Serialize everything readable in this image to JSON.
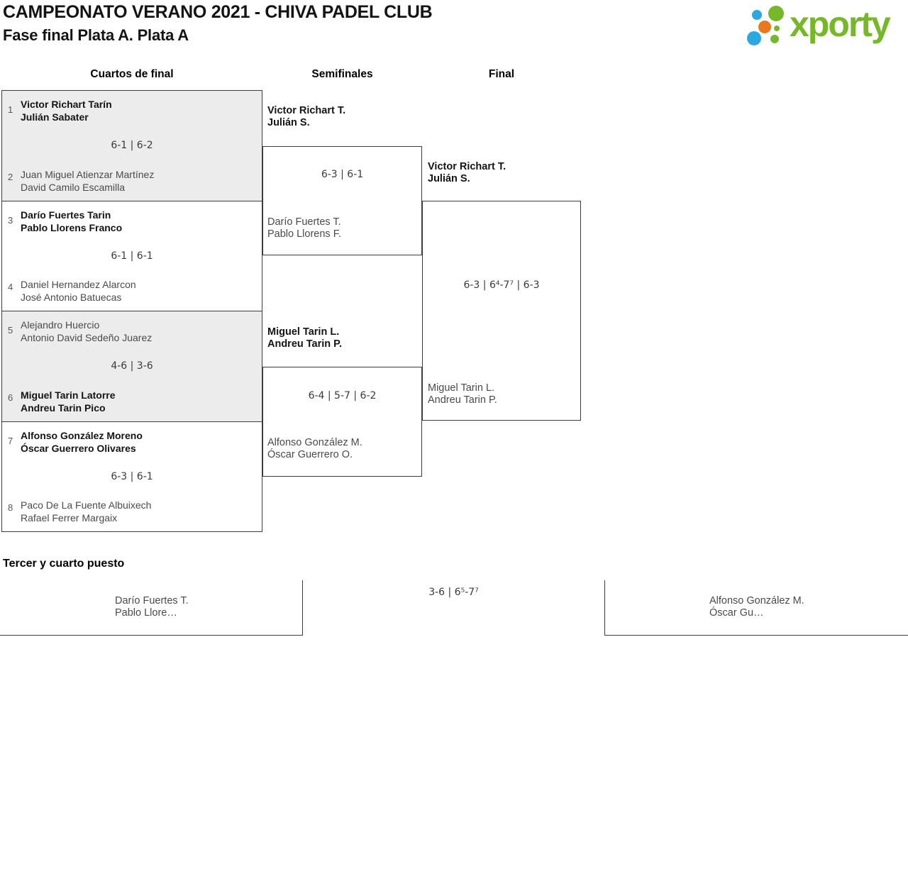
{
  "header": {
    "title_line1": "CAMPEONATO VERANO 2021 - CHIVA PADEL CLUB",
    "title_line2": "Fase final Plata A. Plata A"
  },
  "logo": {
    "text": "xporty",
    "green": "#76b82a",
    "blue": "#29a9e0",
    "orange": "#e8791e"
  },
  "colors": {
    "border": "#3d3d3d",
    "match_alt_bg": "#ececec",
    "winner_text": "#141414",
    "loser_text": "#4a4a4a"
  },
  "round_headers": {
    "quarterfinals": "Cuartos de final",
    "semifinals": "Semifinales",
    "final": "Final"
  },
  "qf": [
    {
      "seed_top": "1",
      "top": [
        "Victor Richart Tarín",
        "Julián Sabater"
      ],
      "score": "6-1 | 6-2",
      "seed_bottom": "2",
      "bottom": [
        "Juan Miguel Atienzar Martínez",
        "David Camilo Escamilla"
      ]
    },
    {
      "seed_top": "3",
      "top": [
        "Darío Fuertes Tarin",
        "Pablo Llorens Franco"
      ],
      "score": "6-1 | 6-1",
      "seed_bottom": "4",
      "bottom": [
        "Daniel Hernandez Alarcon",
        "José Antonio Batuecas"
      ]
    },
    {
      "seed_top": "5",
      "top": [
        "Alejandro Huercio",
        "Antonio David Sedeño Juarez"
      ],
      "score": "4-6 | 3-6",
      "seed_bottom": "6",
      "bottom": [
        "Miguel Tarin Latorre",
        "Andreu Tarin Pico"
      ]
    },
    {
      "seed_top": "7",
      "top": [
        "Alfonso González Moreno",
        "Óscar Guerrero Olivares"
      ],
      "score": "6-3 | 6-1",
      "seed_bottom": "8",
      "bottom": [
        "Paco De La Fuente Albuixech",
        "Rafael Ferrer Margaix"
      ]
    }
  ],
  "sf": [
    {
      "top": [
        "Victor Richart T.",
        "Julián S."
      ],
      "score": "6-3 | 6-1",
      "bottom": [
        "Darío Fuertes T.",
        "Pablo Llorens F."
      ]
    },
    {
      "top": [
        "Miguel Tarin L.",
        "Andreu Tarin P."
      ],
      "score": "6-4 | 5-7 | 6-2",
      "bottom": [
        "Alfonso González M.",
        "Óscar Guerrero O."
      ]
    }
  ],
  "final": {
    "top": [
      "Victor Richart T.",
      "Julián S."
    ],
    "score": "6-3 | 6⁴-7⁷ | 6-3",
    "bottom": [
      "Miguel Tarin L.",
      "Andreu Tarin P."
    ]
  },
  "third_place": {
    "title": "Tercer y cuarto puesto",
    "left": [
      "Darío Fuertes T.",
      "Pablo Llore…"
    ],
    "score": "3-6 | 6⁵-7⁷",
    "right": [
      "Alfonso González M.",
      "Óscar Gu…"
    ]
  }
}
